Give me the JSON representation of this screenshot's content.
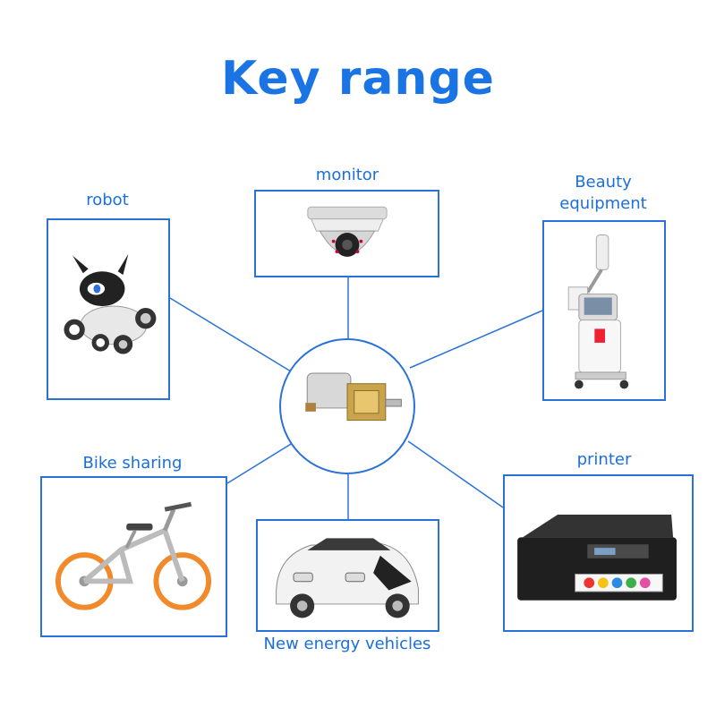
{
  "page": {
    "title": "Key range",
    "accent_color": "#1b74e4",
    "line_color": "#2a72d8"
  },
  "applications": [
    {
      "label": "robot",
      "icon": "robot-dog-icon"
    },
    {
      "label": "monitor",
      "icon": "dome-camera-icon"
    },
    {
      "label_line1": "Beauty",
      "label_line2": "equipment",
      "icon": "beauty-machine-icon"
    },
    {
      "label": "Bike sharing",
      "icon": "bicycle-icon"
    },
    {
      "label": "New energy vehicles",
      "icon": "car-icon"
    },
    {
      "label": "printer",
      "icon": "printer-icon"
    }
  ],
  "center": {
    "icon": "gear-motor-icon"
  }
}
